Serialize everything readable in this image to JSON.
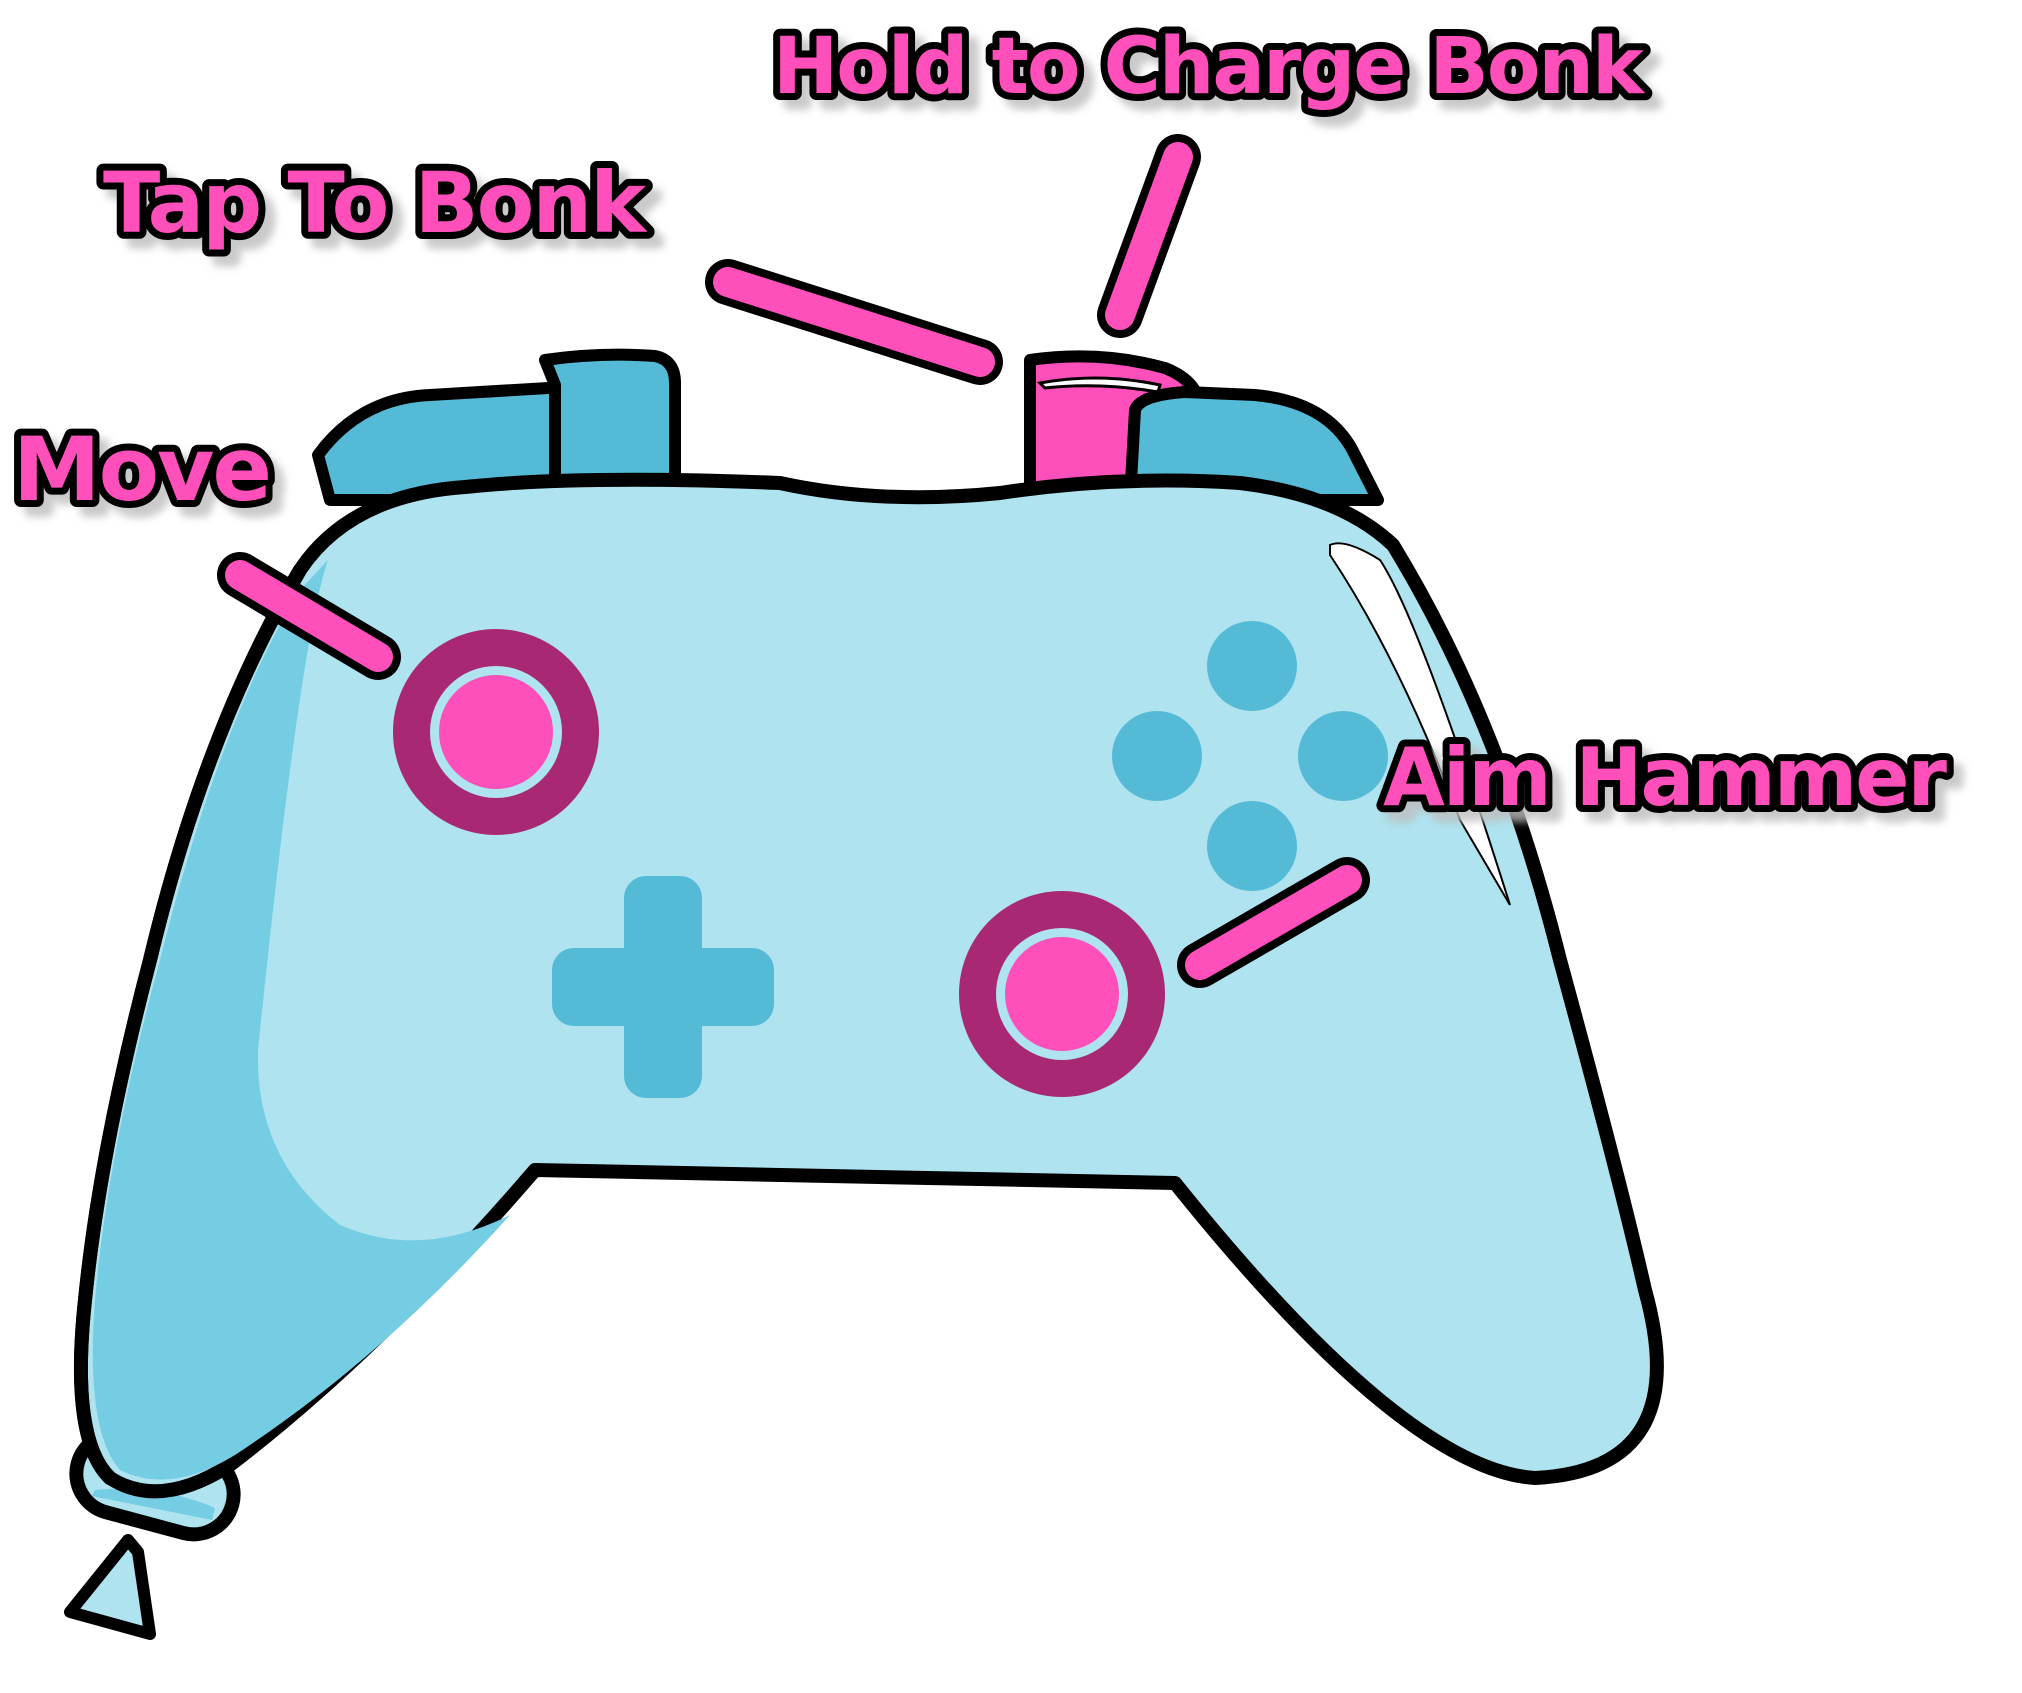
{
  "labels": {
    "move": "Move",
    "tap_to_bonk": "Tap To Bonk",
    "hold_to_charge_bonk": "Hold to Charge Bonk",
    "aim_hammer": "Aim Hammer"
  },
  "colors": {
    "accent": "#ff4fbb",
    "controller_body": "#aee3ef",
    "controller_dark": "#55bad6",
    "controller_shade": "#74cde2",
    "stick_ring": "#a92874",
    "outline": "#000000"
  }
}
